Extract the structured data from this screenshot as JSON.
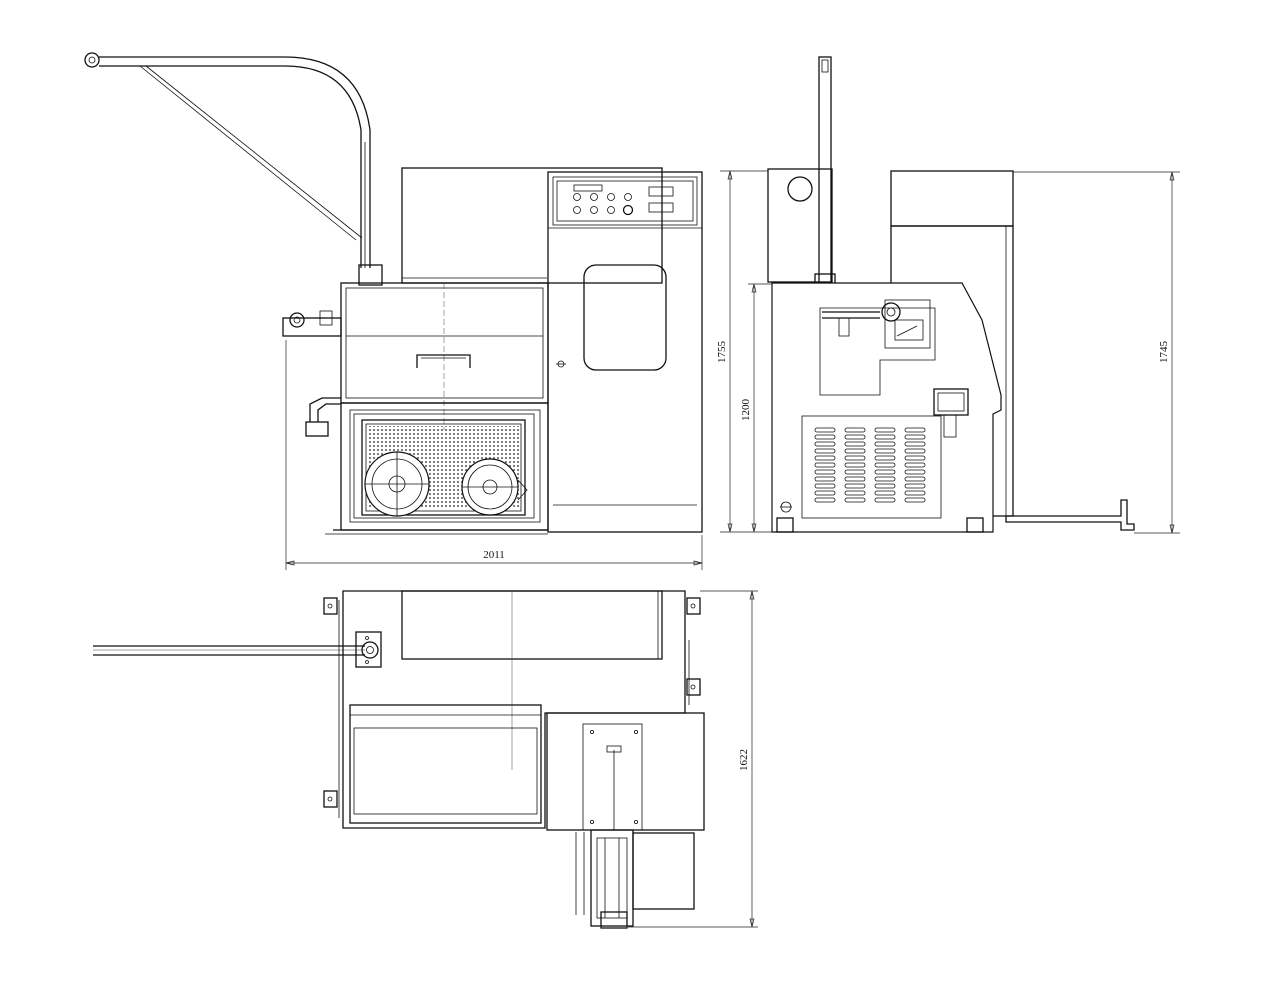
{
  "dimensions": {
    "front_width": "2011",
    "side_height_left": "1755",
    "side_lower_height": "1200",
    "side_height_right": "1745",
    "top_depth": "1622"
  }
}
